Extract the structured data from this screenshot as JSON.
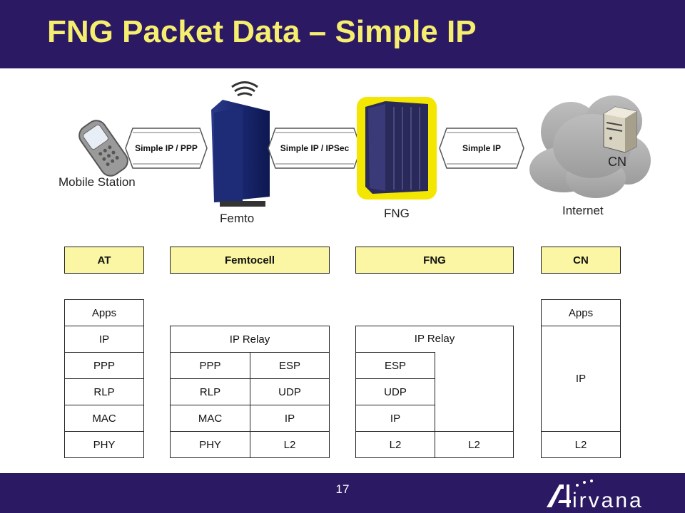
{
  "slide": {
    "title": "FNG Packet Data – Simple IP",
    "page_number": "17",
    "logo": "irvana",
    "colors": {
      "header_bg": "#2b1a63",
      "title": "#f6ee6e",
      "column_header_fill": "#fbf6a4",
      "fng_highlight": "#f3e600"
    }
  },
  "nodes": {
    "mobile_station": "Mobile Station",
    "femto": "Femto",
    "fng": "FNG",
    "internet": "Internet",
    "cn": "CN"
  },
  "links": [
    {
      "label": "Simple IP / PPP"
    },
    {
      "label": "Simple IP / IPSec"
    },
    {
      "label": "Simple IP"
    }
  ],
  "stacks": {
    "at": {
      "header": "AT",
      "layers": [
        "Apps",
        "IP",
        "PPP",
        "RLP",
        "MAC",
        "PHY"
      ]
    },
    "femtocell": {
      "header": "Femtocell",
      "top": "IP Relay",
      "left": [
        "PPP",
        "RLP",
        "MAC",
        "PHY"
      ],
      "right": [
        "ESP",
        "UDP",
        "IP",
        "L2"
      ]
    },
    "fng": {
      "header": "FNG",
      "top": "IP Relay",
      "left": [
        "ESP",
        "UDP",
        "IP",
        "L2"
      ],
      "right_bottom": "L2"
    },
    "cn": {
      "header": "CN",
      "layers": [
        "Apps",
        "IP",
        "L2"
      ]
    }
  }
}
